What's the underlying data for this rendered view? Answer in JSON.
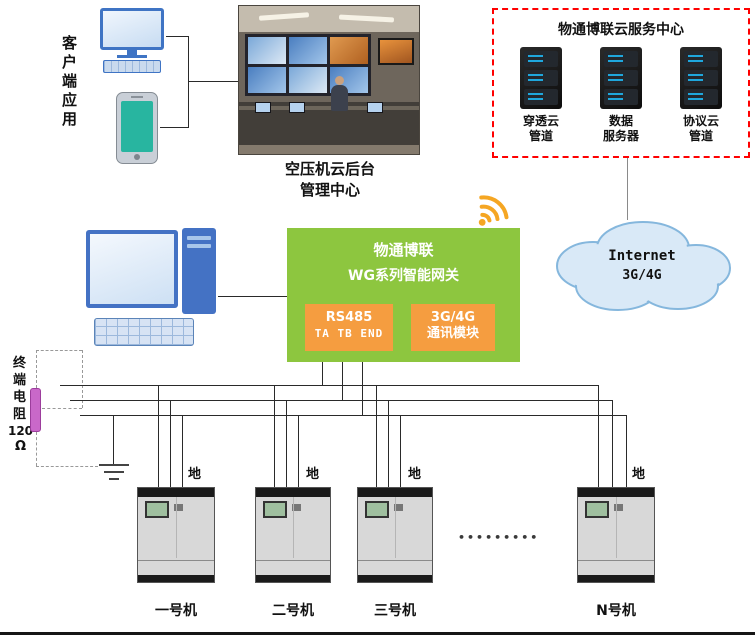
{
  "client": {
    "label": "客户端应用"
  },
  "control_center": {
    "caption1": "空压机云后台",
    "caption2": "管理中心"
  },
  "cloud_service": {
    "title": "物通博联云服务中心",
    "servers": [
      {
        "line1": "穿透云",
        "line2": "管道"
      },
      {
        "line1": "数据",
        "line2": "服务器"
      },
      {
        "line1": "协议云",
        "line2": "管道"
      }
    ]
  },
  "internet": {
    "line1": "Internet",
    "line2": "3G/4G"
  },
  "gateway": {
    "brand": "物通博联",
    "model": "WG系列智能网关",
    "rs485_title": "RS485",
    "rs485_pins": "TA TB END",
    "module_title": "3G/4G",
    "module_name": "通讯模块"
  },
  "resistor": {
    "label": "终端电阻",
    "value": "120",
    "unit": "Ω"
  },
  "dots": "•••••••••",
  "machines": [
    {
      "name": "一号机",
      "ground": "地"
    },
    {
      "name": "二号机",
      "ground": "地"
    },
    {
      "name": "三号机",
      "ground": "地"
    },
    {
      "name": "N号机",
      "ground": "地"
    }
  ],
  "colors": {
    "gateway_green": "#8dc63f",
    "module_orange": "#f59d40",
    "service_border_red": "#ff0000",
    "wifi_orange": "#f5a623",
    "resistor_magenta": "#c968c9",
    "cloud_blue": "#d9e9f7"
  }
}
